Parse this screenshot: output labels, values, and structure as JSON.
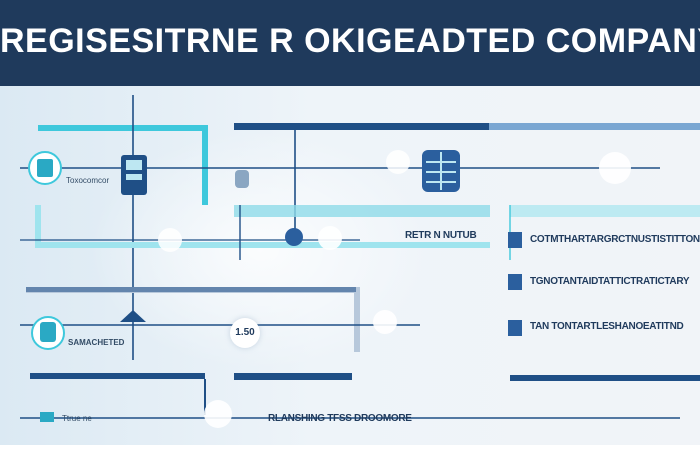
{
  "header": {
    "title": "REGISESITRNE R OKIGEADTED COMPANY"
  },
  "nodes": {
    "left_top_caption": "Toxocomcor",
    "left_mid_caption": "SAMACHETED",
    "left_bottom_caption": "Ttrue ne",
    "center_caption": "RETR N NUTUB",
    "bottom_caption": "RLANSHING TFSS DROOMORE",
    "badge_value": "1.50"
  },
  "right_panel": {
    "items": [
      "COTMTHARTARGRCTNUSTISTITTONTRO",
      "TGNOTANTAIDTATTICTRATICTARY",
      "TAN TONTARTLESHANOEATITND"
    ]
  },
  "colors": {
    "banner": "#1f3a5c",
    "navy_line": "#1f4f86",
    "cyan_line": "#3ec8dc",
    "light_cyan": "#9fe4ee",
    "canvas": "#eef4f9"
  }
}
